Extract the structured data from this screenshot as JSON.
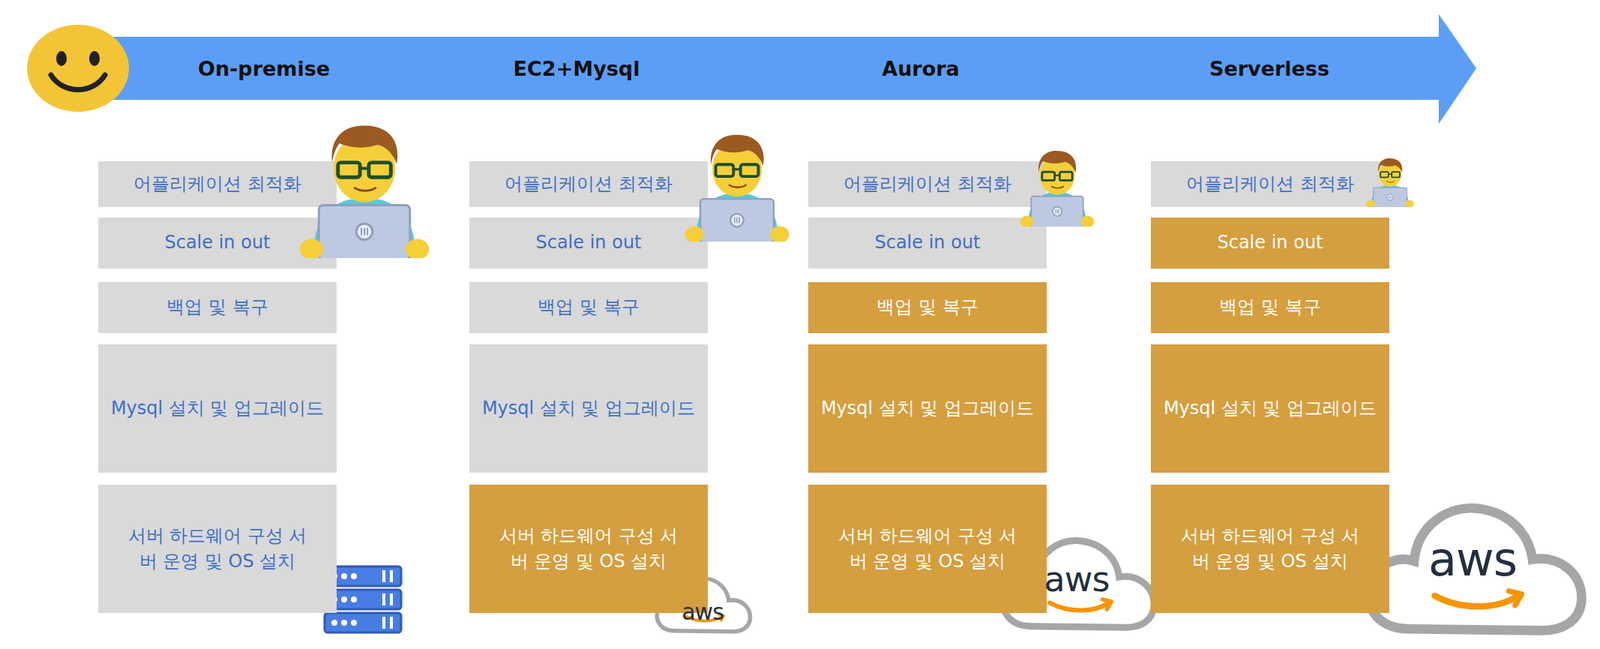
{
  "diagram": {
    "nodes": [
      {
        "text": [
          "On-premise",
          "EC2+Mysql",
          "Aurora",
          "Serverless"
        ]
      },
      {
        "text": [
          "어플리케이션 최적화"
        ]
      },
      {
        "text": [
          "Scale in out"
        ]
      },
      {
        "text": [
          "백업 및 복구"
        ]
      },
      {
        "text": [
          "Mysql 설치 및 업그레이드"
        ]
      },
      {
        "text": [
          "서버 하드웨어 구성 서버 운영 및 OS 설치"
        ]
      },
      {
        "text": [
          "어플리케이션 최적화"
        ]
      },
      {
        "text": [
          "Scale in out"
        ]
      },
      {
        "text": [
          "백업 및 복구"
        ]
      },
      {
        "text": [
          "Mysql 설치 및 업그레이드"
        ]
      },
      {
        "text": [
          "서버 하드웨어 구성 서버 운영 및 OS 설치"
        ]
      },
      {
        "text": [
          "어플리케이션 최적화"
        ]
      },
      {
        "text": [
          "Scale in out"
        ]
      },
      {
        "text": [
          "백업 및 복구"
        ]
      },
      {
        "text": [
          "Mysql 설치 및 업그레이드"
        ]
      },
      {
        "text": [
          "서버 하드웨어 구성 서버 운영 및 OS 설치"
        ]
      },
      {
        "text": [
          "어플리케이션 최적화"
        ]
      },
      {
        "text": [
          "Scale in out"
        ]
      },
      {
        "text": [
          "백업 및 복구"
        ]
      },
      {
        "text": [
          "Mysql 설치 및 업그레이드"
        ]
      },
      {
        "text": [
          "서버 하드웨어 구성 서버 운영 및 OS 설치"
        ]
      }
    ],
    "labels": [
      "aws",
      "aws",
      "aws"
    ]
  }
}
